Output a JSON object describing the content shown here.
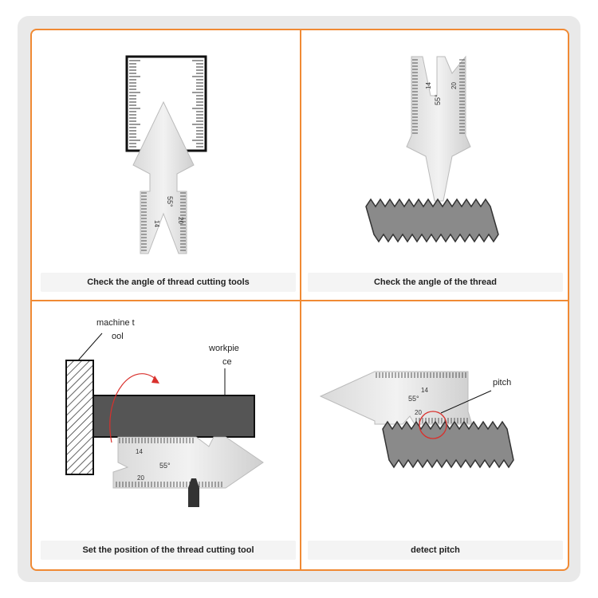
{
  "panels": [
    {
      "caption": "Check the angle of thread cutting tools"
    },
    {
      "caption": "Check the angle of the thread"
    },
    {
      "caption": "Set the position of the thread cutting tool",
      "label_tool_a": "machine t",
      "label_tool_b": "ool",
      "label_work_a": "workpie",
      "label_work_b": "ce"
    },
    {
      "caption": "detect pitch",
      "label_pitch": "pitch"
    }
  ],
  "gauge_marks": {
    "angle": "55°",
    "scale_a": "14",
    "scale_b": "20"
  },
  "colors": {
    "accent": "#f08a34",
    "frame": "#e9e9e9",
    "thread": "#8a8a8a",
    "workpiece": "#555555",
    "highlight": "#d9302c"
  }
}
